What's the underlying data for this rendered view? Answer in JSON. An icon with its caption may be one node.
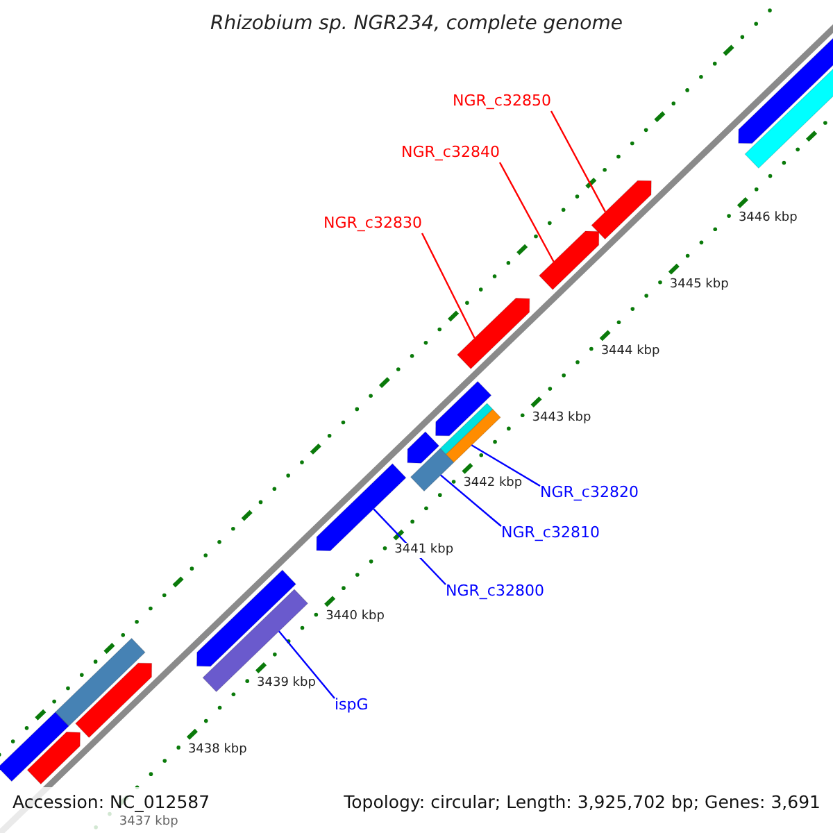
{
  "diagram": {
    "title": "Rhizobium sp. NGR234, complete genome",
    "nodes": [
      {
        "text": [
          "NGR_c32850"
        ]
      },
      {
        "text": [
          "NGR_c32840"
        ]
      },
      {
        "text": [
          "NGR_c32830"
        ]
      },
      {
        "text": [
          "NGR_c32820"
        ]
      },
      {
        "text": [
          "NGR_c32810"
        ]
      },
      {
        "text": [
          "NGR_c32800"
        ]
      },
      {
        "text": [
          "ispG"
        ]
      },
      {
        "text": [],
        "shape": "bar"
      },
      {
        "text": [],
        "shape": "bar"
      },
      {
        "text": [],
        "shape": "bar"
      },
      {
        "text": [],
        "shape": "bar"
      },
      {
        "text": [],
        "shape": "bar"
      },
      {
        "text": [],
        "shape": "bar"
      },
      {
        "text": [],
        "shape": "bar"
      },
      {
        "text": [],
        "shape": "bar"
      },
      {
        "text": [],
        "shape": "bar"
      },
      {
        "text": [],
        "shape": "bar"
      },
      {
        "text": [],
        "shape": "bar"
      },
      {
        "text": [],
        "shape": "bar"
      },
      {
        "text": [],
        "shape": "bar"
      },
      {
        "text": [],
        "shape": "bar"
      },
      {
        "text": [],
        "shape": "bar"
      },
      {
        "text": [],
        "shape": "bar"
      },
      {
        "text": [],
        "shape": "bar"
      }
    ],
    "edges": [
      {
        "from": 0,
        "to": 9,
        "arrow": "none",
        "color": "#ff0000"
      },
      {
        "from": 1,
        "to": 10,
        "arrow": "none",
        "color": "#ff0000"
      },
      {
        "from": 2,
        "to": 11,
        "arrow": "none",
        "color": "#ff0000"
      },
      {
        "from": 3,
        "to": 14,
        "arrow": "none"
      },
      {
        "from": 4,
        "to": 16,
        "arrow": "none"
      },
      {
        "from": 5,
        "to": 17,
        "arrow": "none"
      },
      {
        "from": 6,
        "to": 19,
        "arrow": "none"
      }
    ],
    "labels": [
      "3446 kbp",
      "3445 kbp",
      "3444 kbp",
      "3443 kbp",
      "3442 kbp",
      "3441 kbp",
      "3440 kbp",
      "3439 kbp",
      "3438 kbp",
      "Accession: NC_012587",
      "Topology: circular; Length: 3,925,702 bp; Genes: 3,691",
      "3437 kbp"
    ]
  }
}
